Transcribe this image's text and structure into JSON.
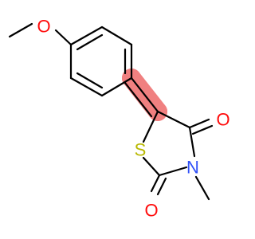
{
  "molecule": {
    "atoms": {
      "methoxy_oxygen": {
        "symbol": "O",
        "color": "#ff0d0d"
      },
      "ring_sulfur": {
        "symbol": "S",
        "color": "#b8b800"
      },
      "ring_nitrogen": {
        "symbol": "N",
        "color": "#3050f8"
      },
      "carbonyl_oxygen_4": {
        "symbol": "O",
        "color": "#ff0d0d"
      },
      "carbonyl_oxygen_2": {
        "symbol": "O",
        "color": "#ff0d0d"
      }
    },
    "highlight": {
      "color": "#f08080",
      "atoms": [
        "exocyclic-alkene-carbon",
        "ring-carbon-5"
      ]
    },
    "bond_color": "#000000"
  }
}
